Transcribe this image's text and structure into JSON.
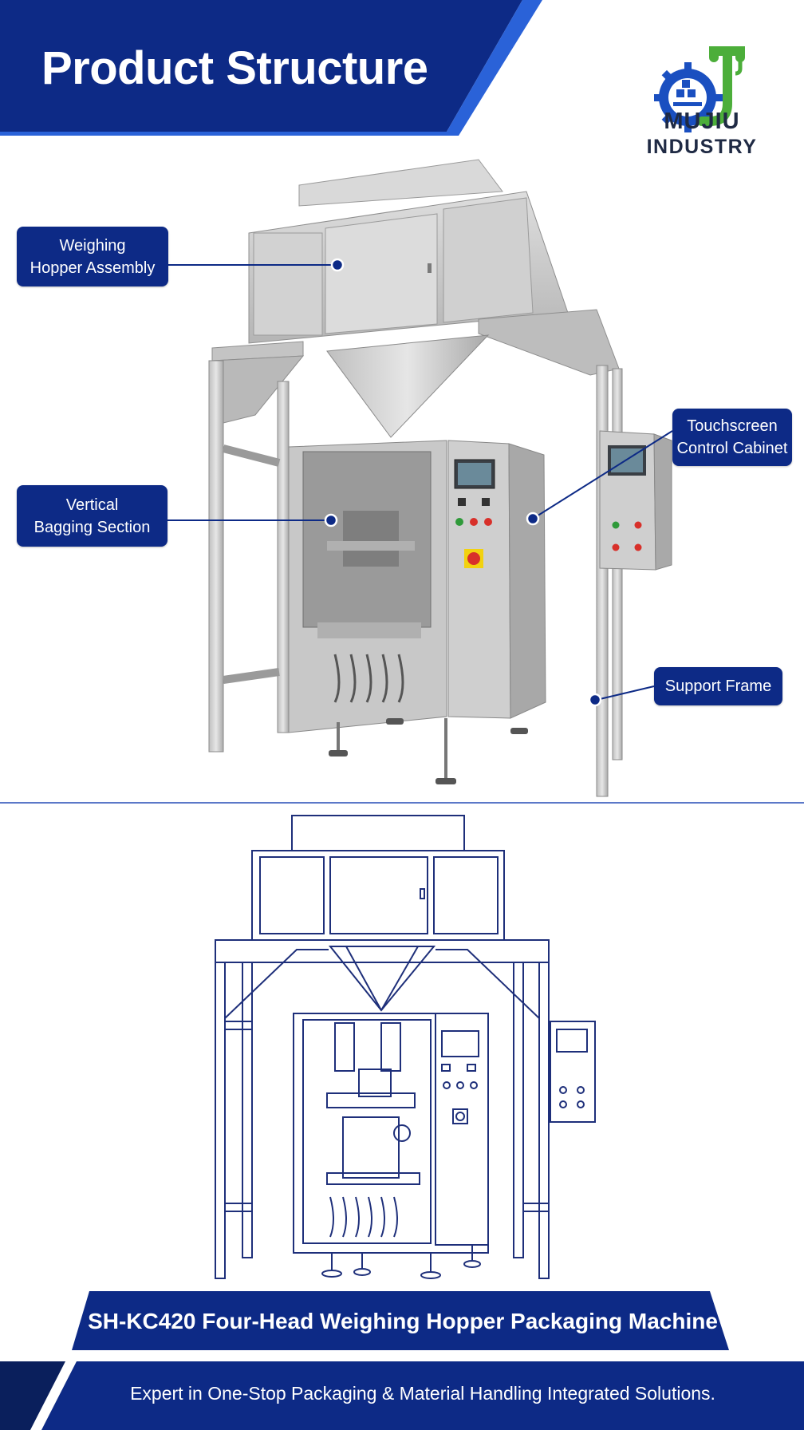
{
  "header": {
    "title": "Product Structure"
  },
  "logo": {
    "line1": "MUJIU",
    "line2": "INDUSTRY"
  },
  "callouts": [
    {
      "line1": "Weighing",
      "line2": "Hopper Assembly"
    },
    {
      "line1": "Vertical",
      "line2": "Bagging Section"
    },
    {
      "line1": "Touchscreen",
      "line2": "Control Cabinet"
    },
    {
      "line1": "Support Frame"
    }
  ],
  "model": {
    "title": "SH-KC420 Four-Head Weighing Hopper Packaging Machine"
  },
  "footer": {
    "tagline": "Expert in One-Stop Packaging & Material Handling Integrated Solutions."
  },
  "colors": {
    "navy": "#0d2a86",
    "dark_navy": "#0a1f5c",
    "accent_blue": "#2a62d8",
    "logo_green": "#4cae3a",
    "line_art": "#1e2f7a"
  }
}
